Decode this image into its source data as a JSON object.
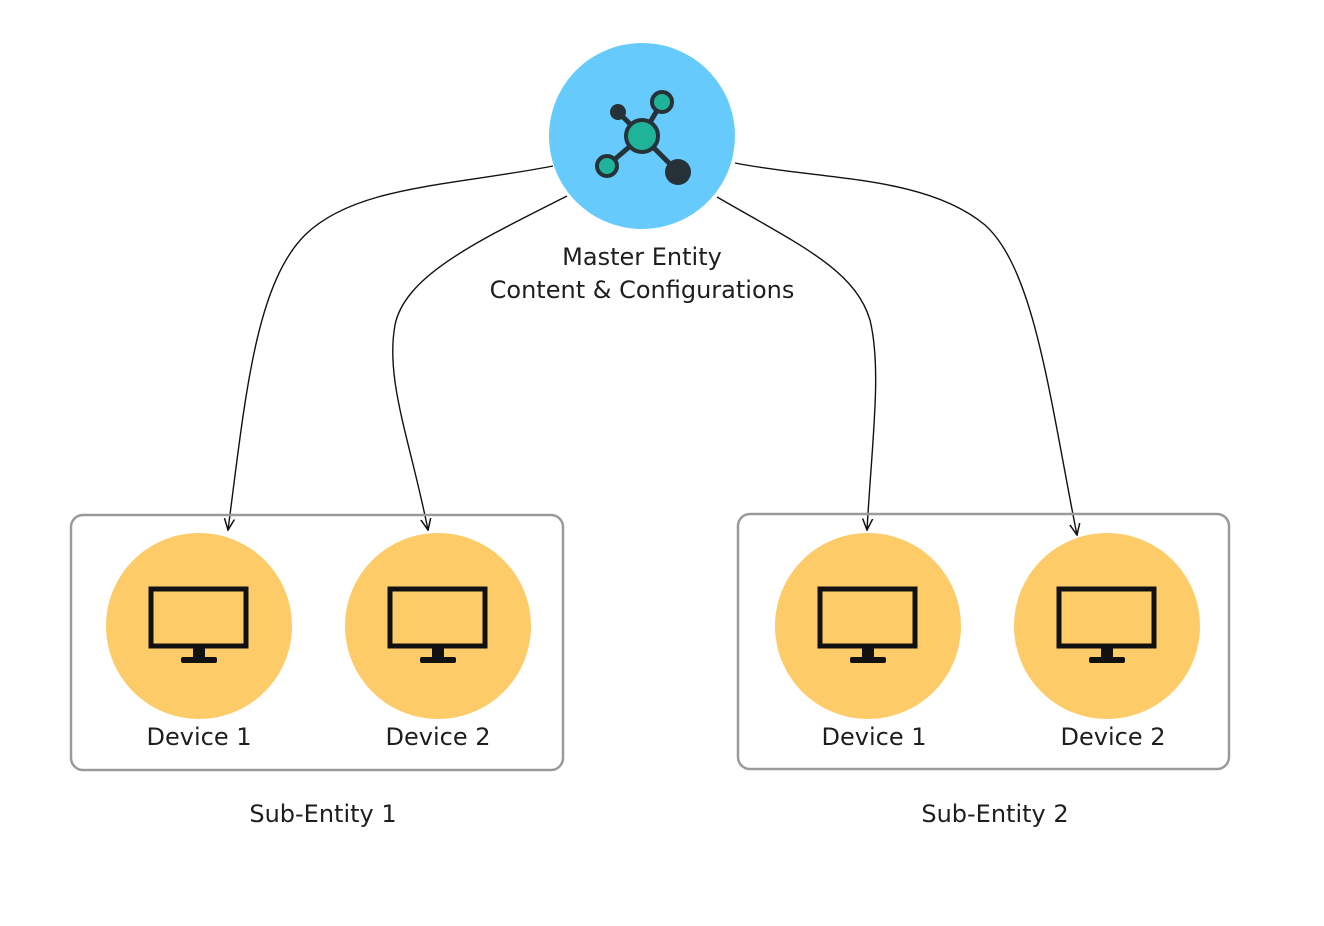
{
  "master": {
    "title_line1": "Master Entity",
    "title_line2": "Content & Configurations",
    "color": "#66cbfc",
    "icon": "network-hub-icon",
    "icon_node_fill": "#1fb49a",
    "icon_dark": "#263238"
  },
  "groups": [
    {
      "label": "Sub-Entity 1",
      "devices": [
        {
          "label": "Device 1",
          "icon": "monitor-icon"
        },
        {
          "label": "Device 2",
          "icon": "monitor-icon"
        }
      ]
    },
    {
      "label": "Sub-Entity 2",
      "devices": [
        {
          "label": "Device 1",
          "icon": "monitor-icon"
        },
        {
          "label": "Device 2",
          "icon": "monitor-icon"
        }
      ]
    }
  ],
  "colors": {
    "device_circle": "#fdcb67",
    "group_border": "#9a9a9a",
    "connector": "#111111",
    "monitor": "#111111"
  }
}
